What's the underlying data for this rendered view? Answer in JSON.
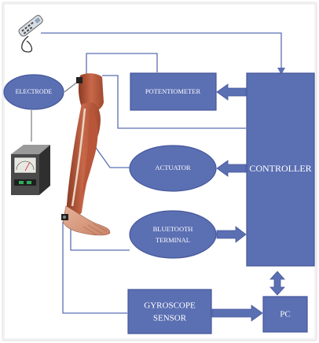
{
  "blocks": {
    "electrode": "ELECTRODE",
    "potentiometer": "POTENTIOMETER",
    "actuator": "ACTUATOR",
    "bluetooth_line1": "BLUETOOTH",
    "bluetooth_line2": "TERMINAL",
    "controller": "CONTROLLER",
    "gyroscope_line1": "GYROSCOPE",
    "gyroscope_line2": "SENSOR",
    "pc": "PC"
  },
  "colors": {
    "block_fill": "#5b6fb3",
    "block_text": "#ffffff",
    "connector": "#5b6fb3"
  },
  "icons": [
    "remote-control-icon",
    "meter-device-icon",
    "leg-anatomy-icon"
  ]
}
